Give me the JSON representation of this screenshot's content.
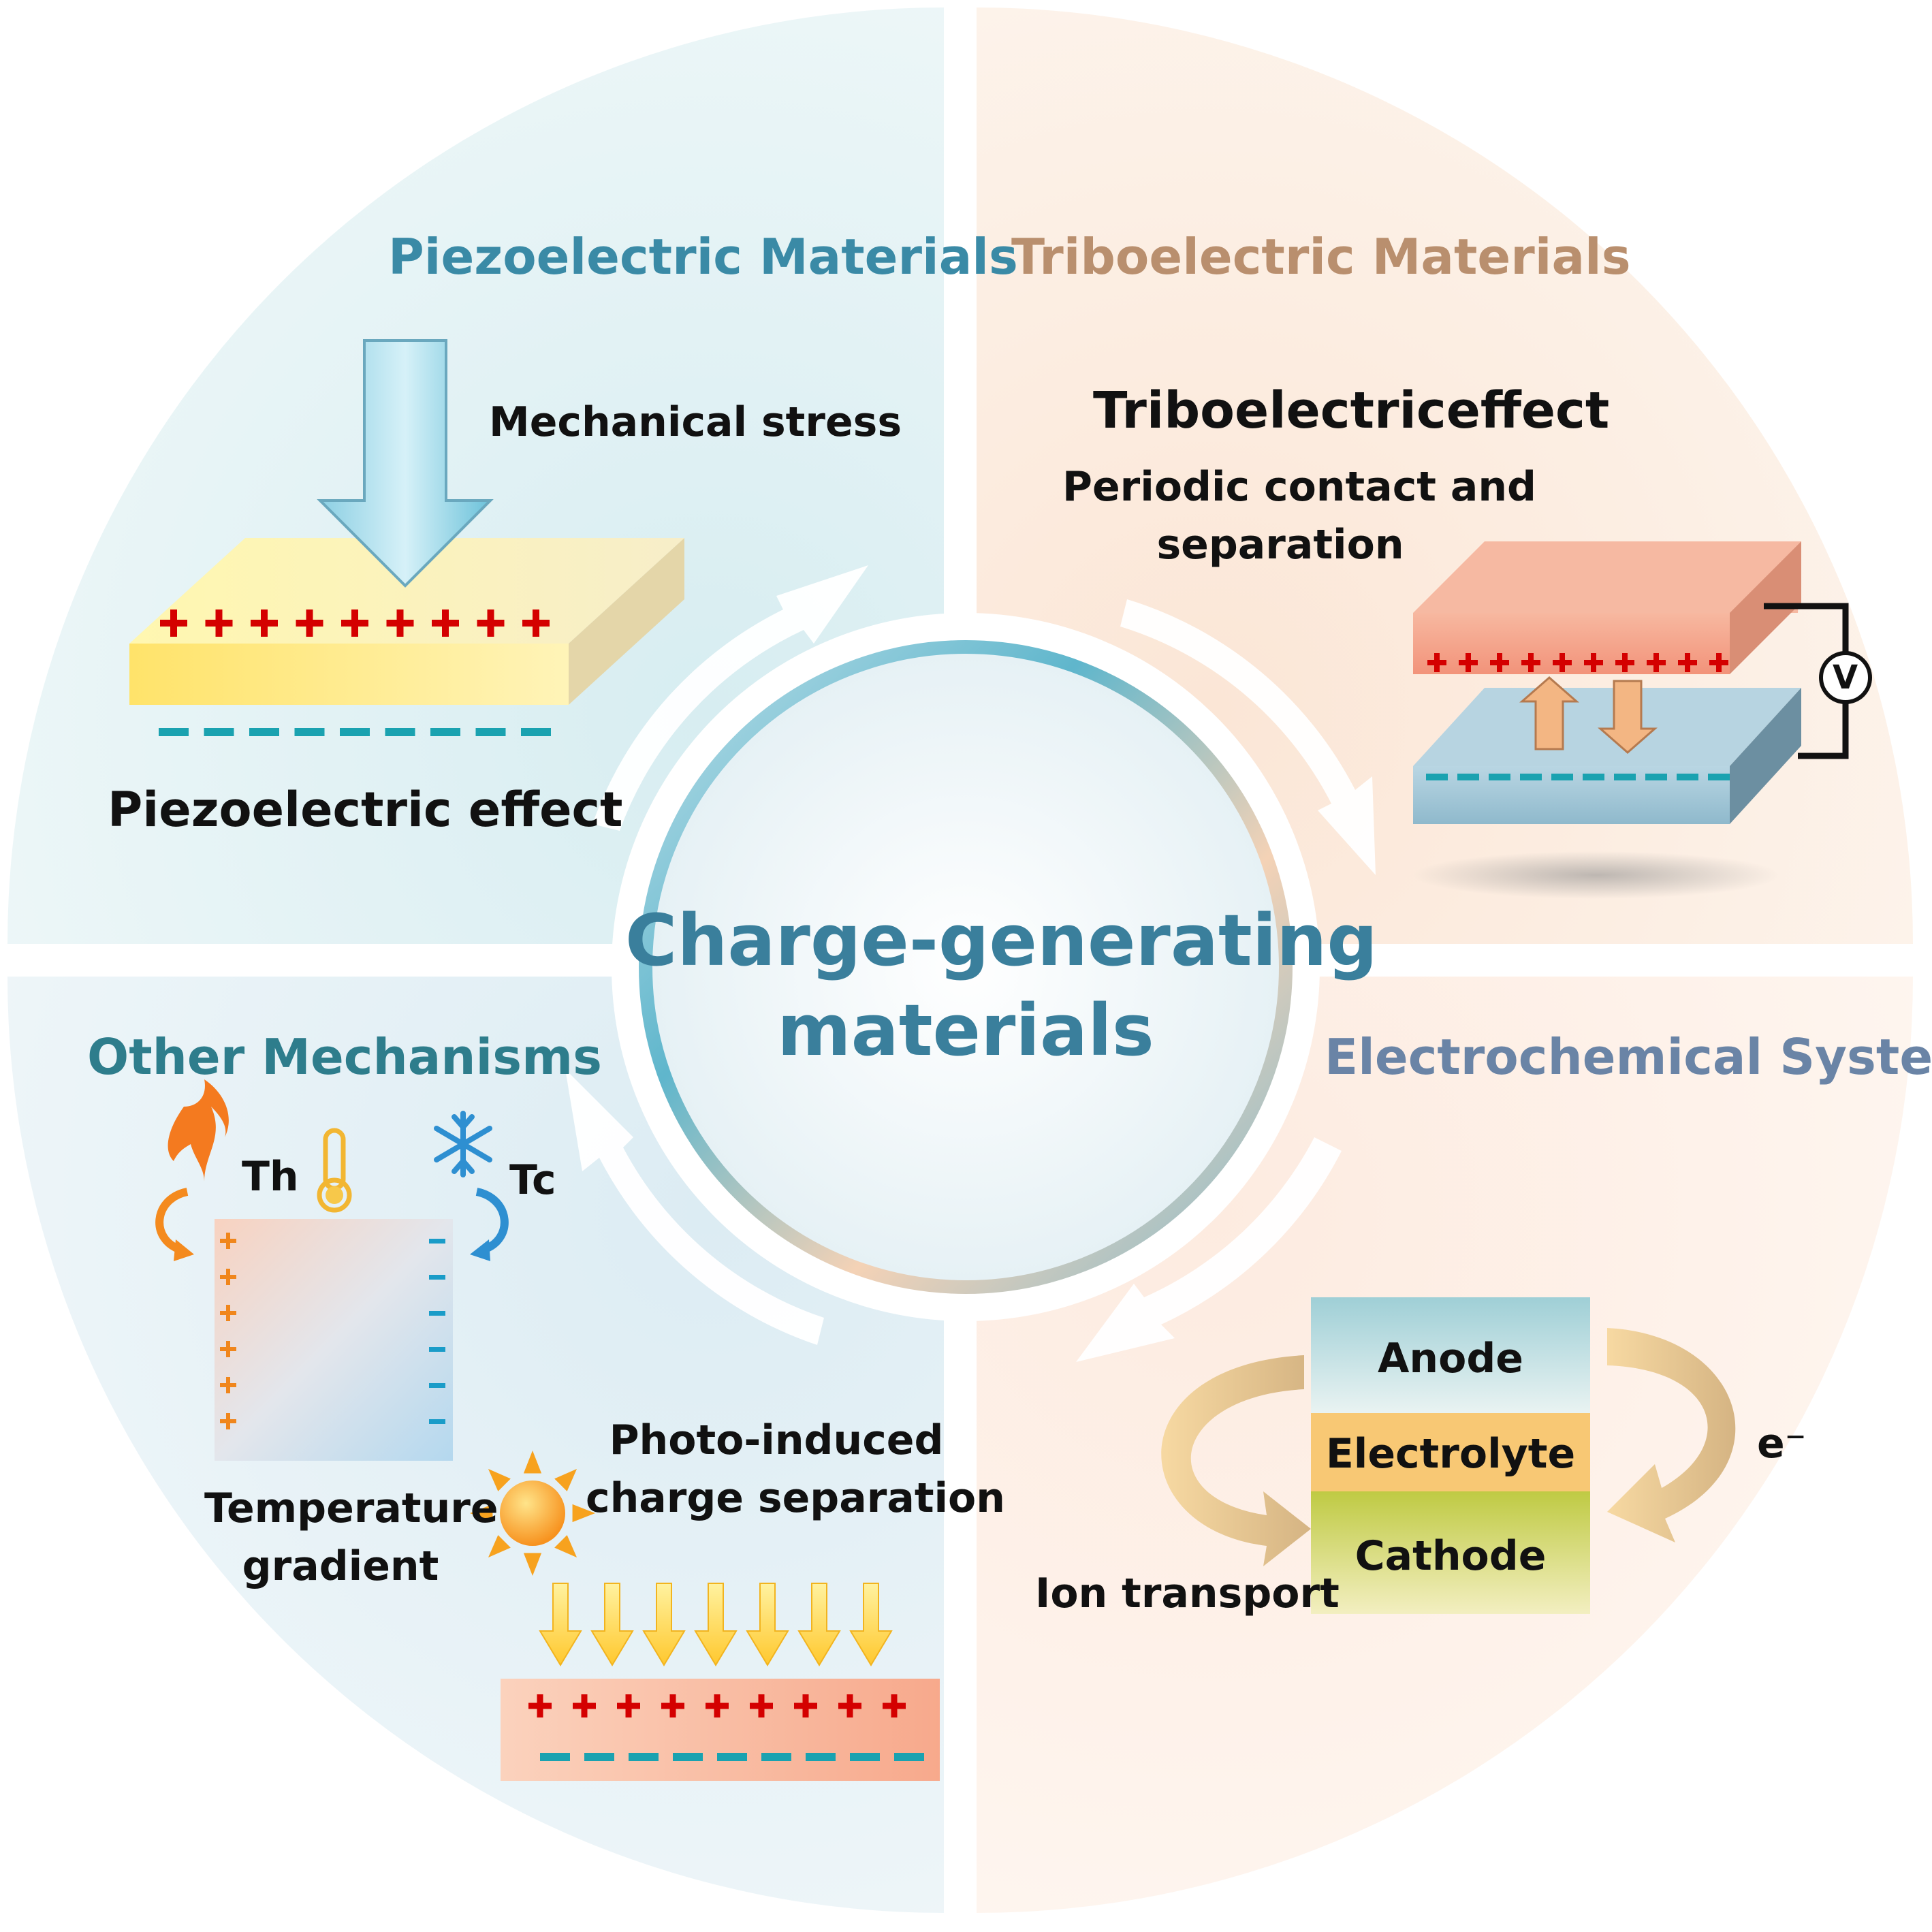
{
  "center": {
    "line1": "Charge-generating",
    "line2": "materials"
  },
  "quadrants": {
    "piezo": {
      "title": "Piezoelectric Materials",
      "stress_label": "Mechanical stress",
      "effect_label": "Piezoelectric effect",
      "plus_count": 9,
      "minus_count": 9
    },
    "tribo": {
      "title": "Triboelectric Materials",
      "effect_label": "Triboelectriceffect",
      "desc_line1": "Periodic contact and",
      "desc_line2": "separation",
      "voltmeter_label": "V",
      "plus_count": 10,
      "minus_count": 10
    },
    "electro": {
      "title": "Electrochemical Systems",
      "layers": [
        "Anode",
        "Electrolyte",
        "Cathode"
      ],
      "electron_label": "e⁻",
      "ion_label": "Ion transport"
    },
    "other": {
      "title": "Other Mechanisms",
      "hot_label": "Th",
      "cold_label": "Tc",
      "temp_line1": "Temperature",
      "temp_line2": "gradient",
      "photo_line1": "Photo-induced",
      "photo_line2": "charge separation",
      "plus_count": 9,
      "minus_count": 9
    }
  },
  "icons": [
    "flame-icon",
    "thermometer-icon",
    "snowflake-icon",
    "sun-icon",
    "voltmeter-icon"
  ],
  "colors": {
    "blue_title": "#3a8aa6",
    "tan_title": "#b98f6e",
    "teal_title": "#2e7d8c",
    "slate_title": "#6a84a6",
    "plus_red": "#d40000",
    "minus_teal": "#1aa2b0"
  }
}
